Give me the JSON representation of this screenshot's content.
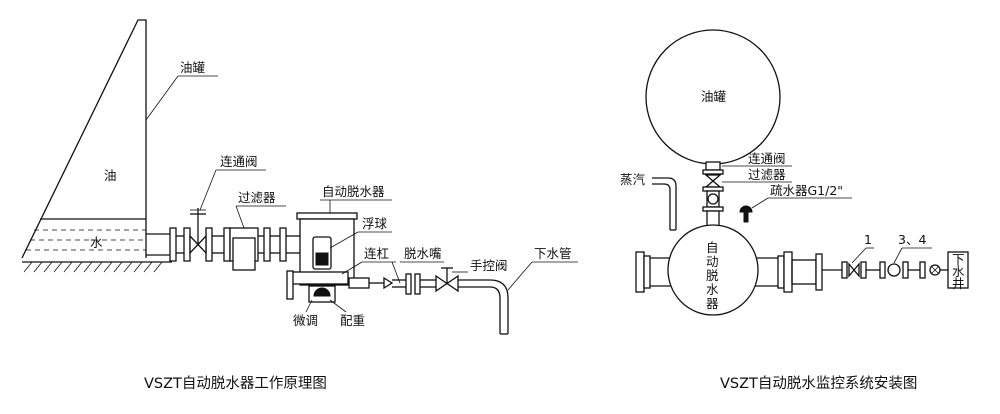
{
  "left": {
    "caption": "VSZT自动脱水器工作原理图",
    "labels": {
      "tank": "油罐",
      "oil": "油",
      "water": "水",
      "valve": "连通阀",
      "filter": "过滤器",
      "dehydrator": "自动脱水器",
      "float": "浮球",
      "rod": "连杠",
      "nozzle": "脱水嘴",
      "manual_valve": "手控阀",
      "drain_pipe": "下水管",
      "fine_tune": "微调",
      "counterweight": "配重"
    }
  },
  "right": {
    "caption": "VSZT自动脱水监控系统安装图",
    "labels": {
      "tank": "油罐",
      "steam": "蒸汽",
      "valve": "连通阀",
      "filter": "过滤器",
      "trap": "疏水器G1/2\"",
      "dehydrator": "自动脱水器",
      "num_1": "1",
      "num_34": "3、4",
      "drain_well": "下水井"
    }
  }
}
